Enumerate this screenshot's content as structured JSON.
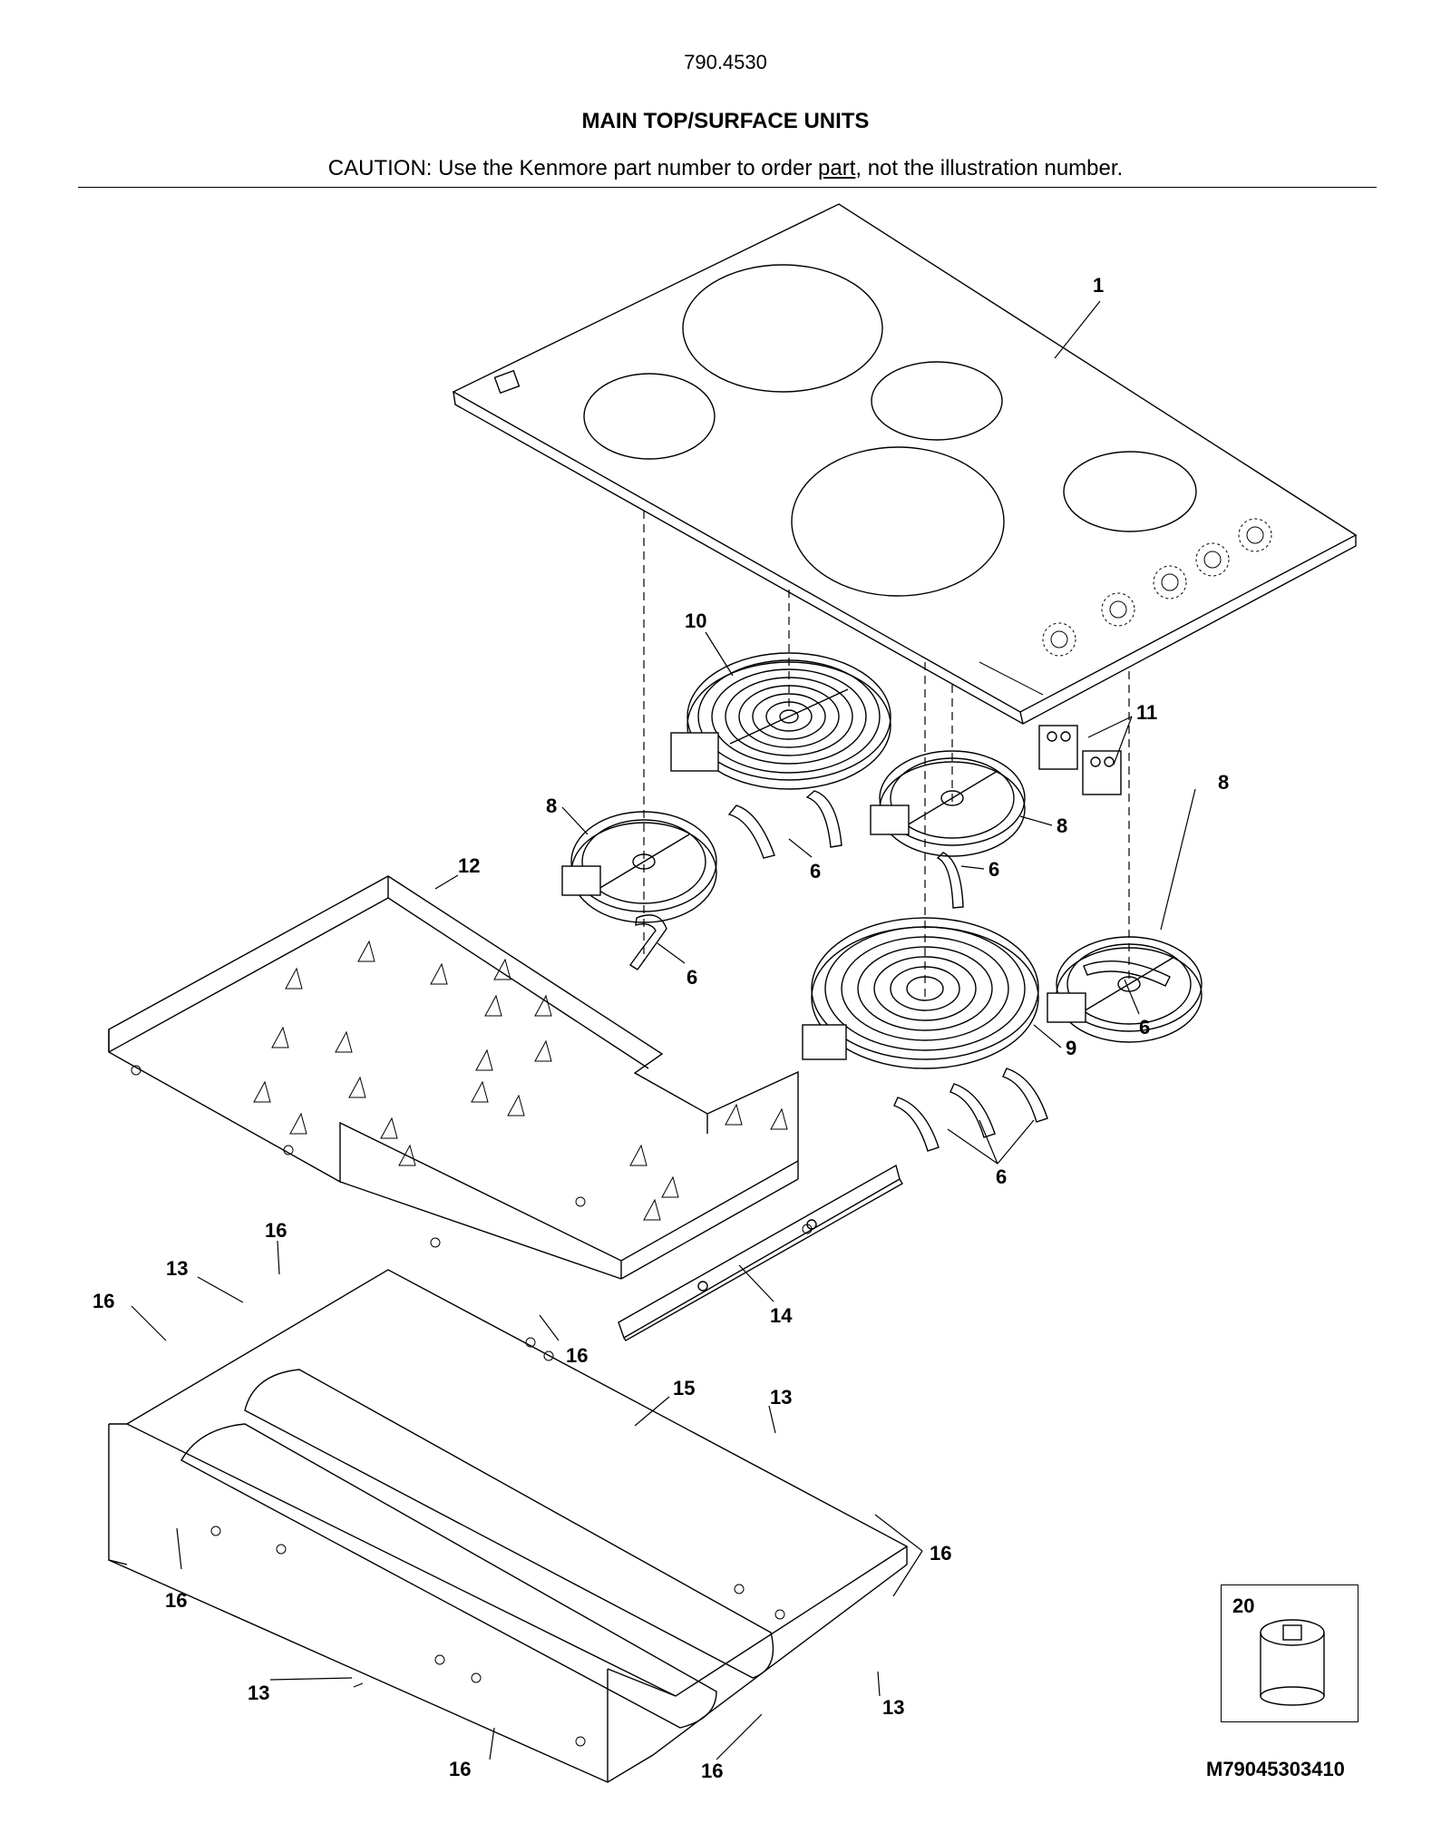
{
  "header": {
    "model_number": "790.4530",
    "title": "MAIN TOP/SURFACE UNITS",
    "caution_before": "CAUTION: Use the Kenmore part number to order ",
    "caution_underlined": "part",
    "caution_after": ", not the illustration number."
  },
  "callouts": [
    {
      "id": "c1",
      "text": "1"
    },
    {
      "id": "c10",
      "text": "10"
    },
    {
      "id": "c11",
      "text": "11"
    },
    {
      "id": "c8a",
      "text": "8"
    },
    {
      "id": "c8b",
      "text": "8"
    },
    {
      "id": "c8c",
      "text": "8"
    },
    {
      "id": "c12",
      "text": "12"
    },
    {
      "id": "c6a",
      "text": "6"
    },
    {
      "id": "c6b",
      "text": "6"
    },
    {
      "id": "c6c",
      "text": "6"
    },
    {
      "id": "c6d",
      "text": "6"
    },
    {
      "id": "c6e",
      "text": "6"
    },
    {
      "id": "c9",
      "text": "9"
    },
    {
      "id": "c14",
      "text": "14"
    },
    {
      "id": "c15",
      "text": "15"
    },
    {
      "id": "c13a",
      "text": "13"
    },
    {
      "id": "c13b",
      "text": "13"
    },
    {
      "id": "c13c",
      "text": "13"
    },
    {
      "id": "c13d",
      "text": "13"
    },
    {
      "id": "c16a",
      "text": "16"
    },
    {
      "id": "c16b",
      "text": "16"
    },
    {
      "id": "c16c",
      "text": "16"
    },
    {
      "id": "c16d",
      "text": "16"
    },
    {
      "id": "c16e",
      "text": "16"
    },
    {
      "id": "c16f",
      "text": "16"
    },
    {
      "id": "c16g",
      "text": "16"
    }
  ],
  "inset": {
    "part_number": "20"
  },
  "drawing_number": "M79045303410"
}
